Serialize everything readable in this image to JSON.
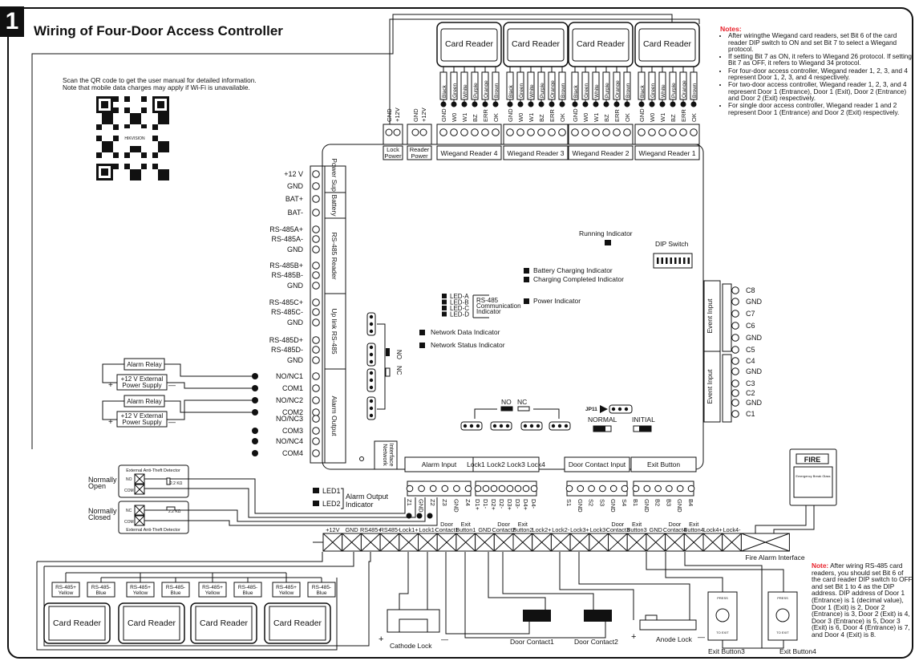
{
  "section_number": "1",
  "title": "Wiring of Four-Door Access Controller",
  "qr": {
    "lines": [
      "Scan the QR code to get the user manual for detailed information.",
      "Note that mobile data charges may apply if Wi-Fi is unavailable."
    ],
    "logo": "HIKVISION"
  },
  "notes": {
    "heading": "Notes:",
    "items": [
      "After wiringthe Wiegand card readers, set Bit 6 of the card reader DIP switch to ON and set Bit 7 to select a Wiegand protocol.",
      "If setting Bit 7 as ON, it refers to Wiegand 26 protocol. If setting Bit 7 as OFF, it refers to Wiegand 34 protocol.",
      "For four-door access controller, Wiegand reader 1, 2, 3, and 4 represent Door 1, 2, 3, and 4 respectively.",
      "For two-door access controller, Wiegand reader 1, 2, 3, and 4 represent Door 1 (Entrance), Door 1 (Exit), Door 2 (Entrance) and Door 2 (Exit) respectively.",
      "For single door access controller, Wiegand reader 1 and 2 represent Door 1 (Entrance) and Door 2 (Exit) respectively."
    ]
  },
  "rs485_note": {
    "heading": "Note:",
    "text": "After wiring RS-485 card readers, you should set Bit 6 of the card reader DIP switch to OFF and set Bit 1 to 4 as the DIP address. DIP address of Door 1 (Entrance) is 1 (decimal value), Door 1 (Exit) is 2, Door 2 (Entrance) is 3, Door 2 (Exit) is 4, Door 3 (Entrance) is 5, Door 3 (Exit) is 6, Door 4 (Entrance) is 7, and Door 4 (Exit) is 8."
  },
  "colors": {
    "note_red": "#e8202a",
    "line": "#111111"
  },
  "top": {
    "card_reader_label": "Card Reader",
    "wire_colors": [
      "Black",
      "Green",
      "White",
      "Purple",
      "Orange",
      "Brown"
    ],
    "wiegand_pins": [
      "GND",
      "W0",
      "W1",
      "BZ",
      "ERR",
      "OK"
    ],
    "power_pins": [
      "GND",
      "+12V"
    ],
    "power_groups": [
      "Lock Power",
      "Reader Power"
    ],
    "wiegand_groups": [
      "Wiegand Reader 4",
      "Wiegand Reader 3",
      "Wiegand Reader 2",
      "Wiegand Reader 1"
    ]
  },
  "left_terminals": {
    "groups": [
      "Power Supply",
      "Battery",
      "RS-485 Reader",
      "Up link RS-485",
      "Alarm Output"
    ],
    "pins": [
      "+12 V",
      "GND",
      "BAT+",
      "BAT-",
      "RS-485A+",
      "RS-485A-",
      "GND",
      "RS-485B+",
      "RS-485B-",
      "GND",
      "RS-485C+",
      "RS-485C-",
      "GND",
      "RS-485D+",
      "RS-485D-",
      "GND",
      "NO/NC1",
      "COM1",
      "NO/NC2",
      "COM2",
      "NO/NC3",
      "COM3",
      "NO/NC4",
      "COM4"
    ],
    "alarm_relay": "Alarm Relay",
    "ext_power": "+12 V External Power Supply"
  },
  "right_terminals": {
    "group": "Event Input",
    "pins_a": [
      "C8",
      "GND",
      "C7",
      "C6",
      "GND",
      "C5"
    ],
    "pins_b": [
      "C4",
      "GND",
      "C3",
      "C2",
      "GND",
      "C1"
    ]
  },
  "board": {
    "running_indicator": "Running Indicator",
    "dip_switch": "DIP Switch",
    "battery_charging": "Battery Charging Indicator",
    "charging_completed": "Charging Completed Indicator",
    "power_indicator": "Power Indicator",
    "leds": [
      "LED-A",
      "LED-B",
      "LED-C",
      "LED-D"
    ],
    "rs485_comm": "RS-485 Communication Indicator",
    "network_data": "Network Data Indicator",
    "network_status": "Network Status Indicator",
    "no": "NO",
    "nc": "NC",
    "jp11": "JP11",
    "normal": "NORMAL",
    "initial": "INITIAL",
    "network_interface": "Network Interface"
  },
  "bottom_board": {
    "groups": [
      "Alarm Input",
      "Lock1  Lock2  Lock3  Lock4",
      "Door Contact Input",
      "Exit Button"
    ],
    "alarm_pins": [
      "Z1",
      "GND",
      "Z2",
      "Z3",
      "GND",
      "Z4"
    ],
    "lock_pins": [
      "D1+",
      "D1-",
      "D2+",
      "D2-",
      "D3+",
      "D3-",
      "D4+",
      "D4-"
    ],
    "door_pins": [
      "S1",
      "GND",
      "S2",
      "S3",
      "GND",
      "S4"
    ],
    "exit_pins": [
      "B1",
      "GND",
      "B2",
      "B3",
      "GND",
      "B4"
    ]
  },
  "alarm_output_indicator": {
    "led1": "LED1",
    "led2": "LED2",
    "label": "Alarm Output Indicator"
  },
  "detectors": {
    "title": "External Anti-Theft Detector",
    "normally_open": "Normally Open",
    "normally_closed": "Normally Closed",
    "no": "NO",
    "nc": "NC",
    "com": "COM",
    "resistor": "2.2 KΩ"
  },
  "strip": {
    "labels": [
      "+12V",
      "GND",
      "RS485+",
      "RS485-",
      "Lock1+",
      "Lock1-",
      "Door Contact1",
      "Exit Button1",
      "GND",
      "Door Contact2",
      "Exit Button2",
      "Lock2+",
      "Lock2-",
      "Lock3+",
      "Lock3-",
      "Door Contact3",
      "Exit Button3",
      "GND",
      "Door Contact4",
      "Exit Button4",
      "Lock4+",
      "Lock4-"
    ],
    "fire_alarm_interface": "Fire Alarm Interface"
  },
  "fire": {
    "label": "FIRE",
    "sub": "Emergency Break Glass"
  },
  "rs485_readers": {
    "label": "Card Reader",
    "plus": "RS-485+ Yellow",
    "minus": "RS-485- Blue"
  },
  "devices": {
    "cathode_lock": "Cathode Lock",
    "door_contact1": "Door Contact1",
    "door_contact2": "Door Contact2",
    "anode_lock": "Anode Lock",
    "exit_button3": "Exit Button3",
    "exit_button4": "Exit Button4",
    "press": "PRESS",
    "to_exit": "TO EXIT"
  }
}
